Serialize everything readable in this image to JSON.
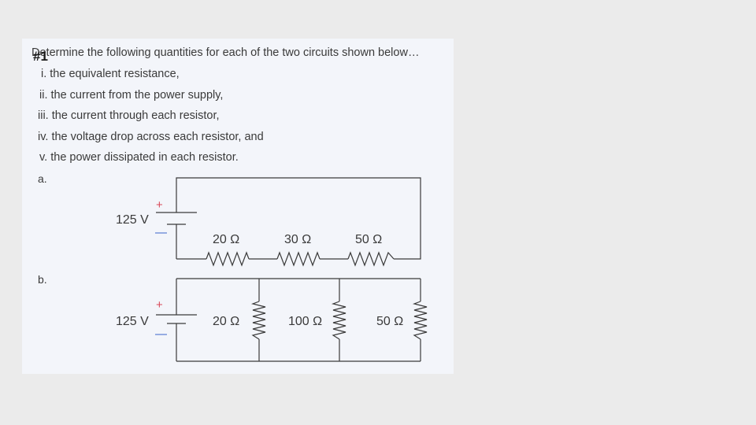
{
  "slide": {
    "number": "#1",
    "prompt": "Determine the following quantities for each of the two circuits shown below…",
    "items": [
      "i. the equivalent resistance,",
      "ii. the current from the power supply,",
      "iii. the current through each resistor,",
      "iv. the voltage drop across each resistor, and",
      "v. the power dissipated in each resistor."
    ]
  },
  "circuit_a": {
    "label": "a.",
    "voltage": "125 V",
    "plus": "+",
    "minus": "—",
    "resistors": [
      "20 Ω",
      "30 Ω",
      "50 Ω"
    ]
  },
  "circuit_b": {
    "label": "b.",
    "voltage": "125 V",
    "plus": "+",
    "minus": "—",
    "resistors": [
      "20 Ω",
      "100 Ω",
      "50 Ω"
    ]
  },
  "colors": {
    "plus": "#d94a5a",
    "minus": "#3a62c9",
    "wire": "#3a3a3a",
    "panel": "#f3f5fa",
    "background": "#ebebeb"
  }
}
